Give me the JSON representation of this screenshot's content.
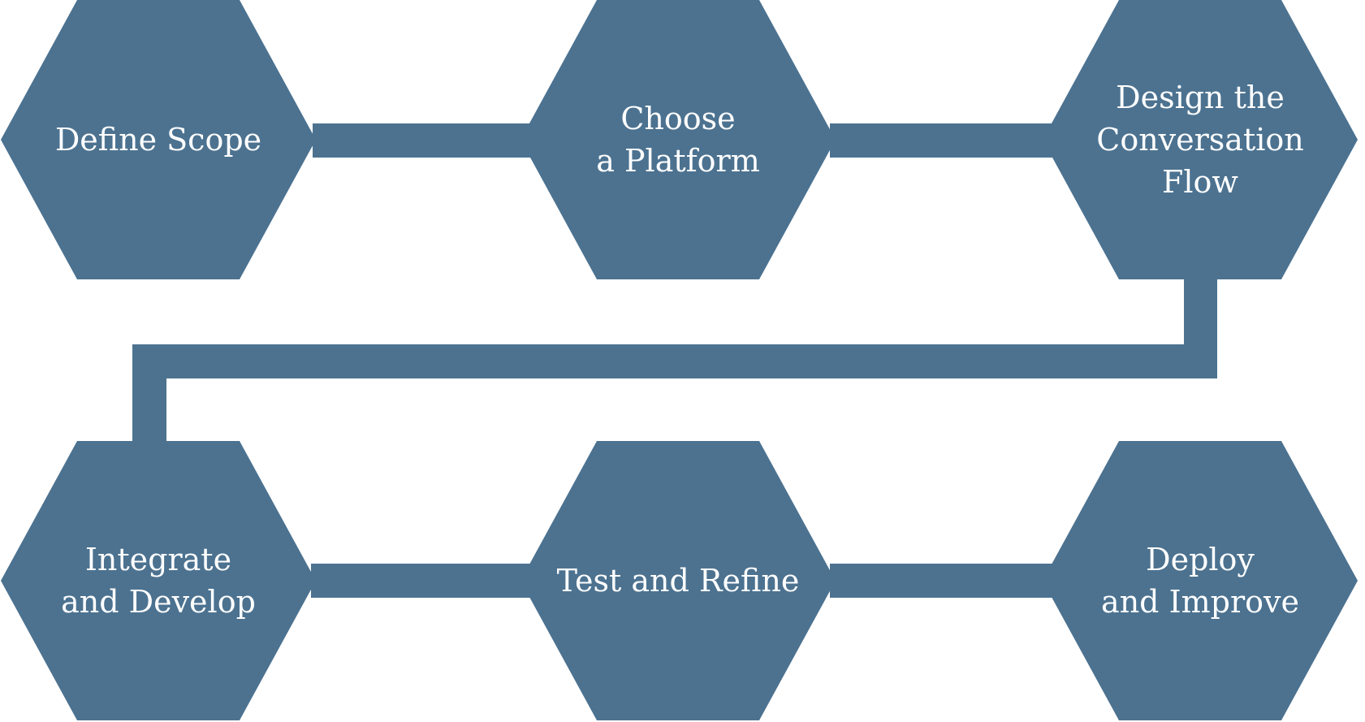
{
  "colors": {
    "shape_fill": "#4c7290",
    "text": "#ffffff",
    "background": "#ffffff"
  },
  "steps": [
    {
      "lines": [
        "Define Scope"
      ]
    },
    {
      "lines": [
        "Choose",
        "a Platform"
      ]
    },
    {
      "lines": [
        "Design the",
        "Conversation",
        "Flow"
      ]
    },
    {
      "lines": [
        "Integrate",
        "and Develop"
      ]
    },
    {
      "lines": [
        "Test and Refine"
      ]
    },
    {
      "lines": [
        "Deploy",
        "and Improve"
      ]
    }
  ]
}
